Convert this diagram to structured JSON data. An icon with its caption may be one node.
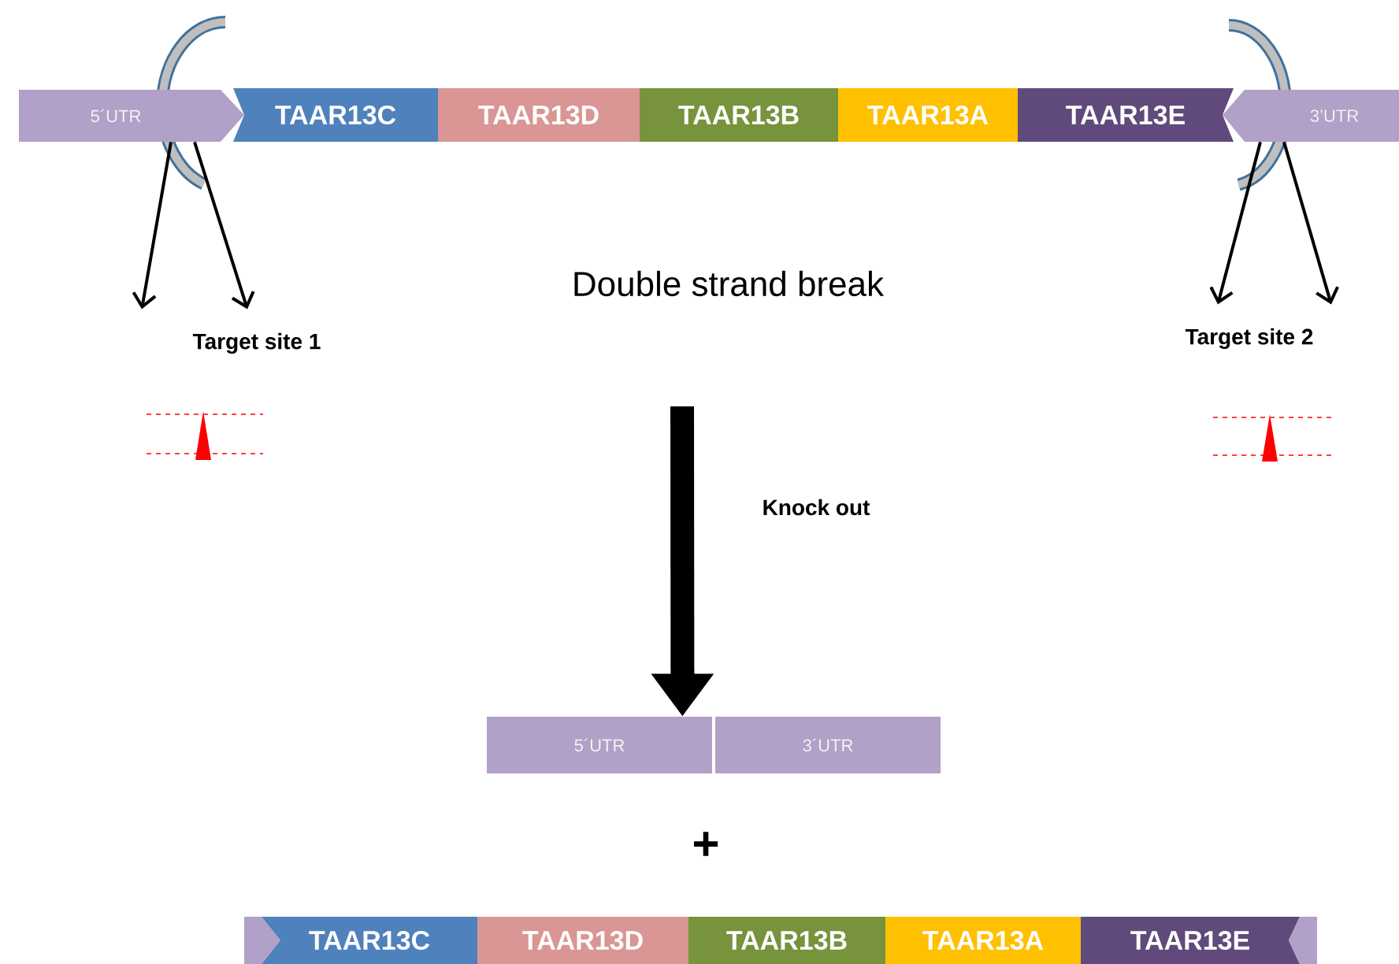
{
  "diagram": {
    "nodes": [
      {
        "text": [
          "5´UTR"
        ]
      },
      {
        "text": [
          "TAAR13C"
        ]
      },
      {
        "text": [
          "TAAR13D"
        ]
      },
      {
        "text": [
          "TAAR13B"
        ]
      },
      {
        "text": [
          "TAAR13A"
        ]
      },
      {
        "text": [
          "TAAR13E"
        ]
      },
      {
        "text": [
          "3’UTR"
        ]
      },
      {
        "text": [
          "Target site 1"
        ]
      },
      {
        "text": [
          "Target site 2"
        ]
      },
      {
        "text": [
          "5´UTR"
        ]
      },
      {
        "text": [
          "3´UTR"
        ]
      },
      {
        "text": [],
        "shape": "box"
      },
      {
        "text": [
          "TAAR13C"
        ]
      },
      {
        "text": [
          "TAAR13D"
        ]
      },
      {
        "text": [
          "TAAR13B"
        ]
      },
      {
        "text": [
          "TAAR13A"
        ]
      },
      {
        "text": [
          "TAAR13E"
        ]
      },
      {
        "text": [],
        "shape": "box"
      }
    ],
    "edges": [
      {
        "from": 0,
        "to": 7,
        "arrow": "to"
      },
      {
        "from": 0,
        "to": 7,
        "arrow": "to"
      },
      {
        "from": 6,
        "to": 8,
        "arrow": "to"
      },
      {
        "from": 6,
        "to": 8,
        "arrow": "to"
      },
      {
        "from": null,
        "to": 9,
        "label": "Knock out",
        "arrow": "to",
        "style": "thick"
      }
    ],
    "labels": [
      "Double strand break",
      "+"
    ]
  }
}
